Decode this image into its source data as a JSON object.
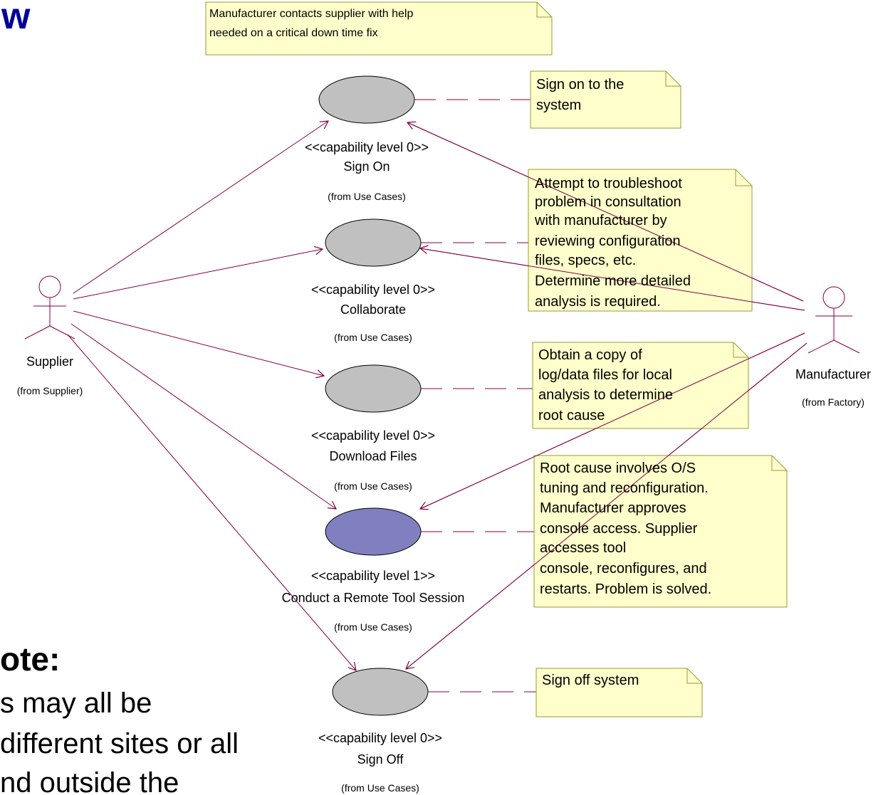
{
  "slide": {
    "title_fragment": "w",
    "note_heading": "ote:",
    "note_lines": [
      "s may all be",
      "different sites or all",
      "nd outside the"
    ]
  },
  "notes": {
    "header": [
      "Manufacturer contacts supplier with help",
      "needed on a critical down time fix"
    ],
    "sign_on": [
      "Sign on to the",
      "system"
    ],
    "collaborate": [
      "Attempt to troubleshoot",
      "problem in consultation",
      "with manufacturer by",
      "reviewing configuration",
      "files, specs, etc.",
      "Determine more detailed",
      "analysis is required."
    ],
    "download": [
      "Obtain a copy of",
      "log/data files for local",
      "analysis to determine",
      "root cause"
    ],
    "remote": [
      "Root cause involves O/S",
      "tuning and reconfiguration.",
      "Manufacturer approves",
      "console access. Supplier",
      "accesses tool",
      "console, reconfigures, and",
      "restarts.  Problem is solved."
    ],
    "sign_off": [
      "Sign off system"
    ]
  },
  "actors": {
    "supplier": {
      "name": "Supplier",
      "from": "(from Supplier)"
    },
    "manufacturer": {
      "name": "Manufacturer",
      "from": "(from Factory)"
    }
  },
  "use_cases": {
    "sign_on": {
      "stereotype": "<<capability level 0>>",
      "name": "Sign On",
      "from": "(from Use Cases)"
    },
    "collaborate": {
      "stereotype": "<<capability level 0>>",
      "name": "Collaborate",
      "from": "(from Use Cases)"
    },
    "download": {
      "stereotype": "<<capability level 0>>",
      "name": "Download Files",
      "from": "(from Use Cases)"
    },
    "remote": {
      "stereotype": "<<capability level 1>>",
      "name": "Conduct a Remote Tool Session",
      "from": "(from Use Cases)"
    },
    "sign_off": {
      "stereotype": "<<capability level 0>>",
      "name": "Sign Off",
      "from": "(from Use Cases)"
    }
  },
  "colors": {
    "note_fill": "#FFFFCC",
    "note_border": "#999933",
    "usecase_fill": "#C0C0C0",
    "usecase_highlight": "#8080C0",
    "association": "#800040",
    "title": "#000099"
  }
}
